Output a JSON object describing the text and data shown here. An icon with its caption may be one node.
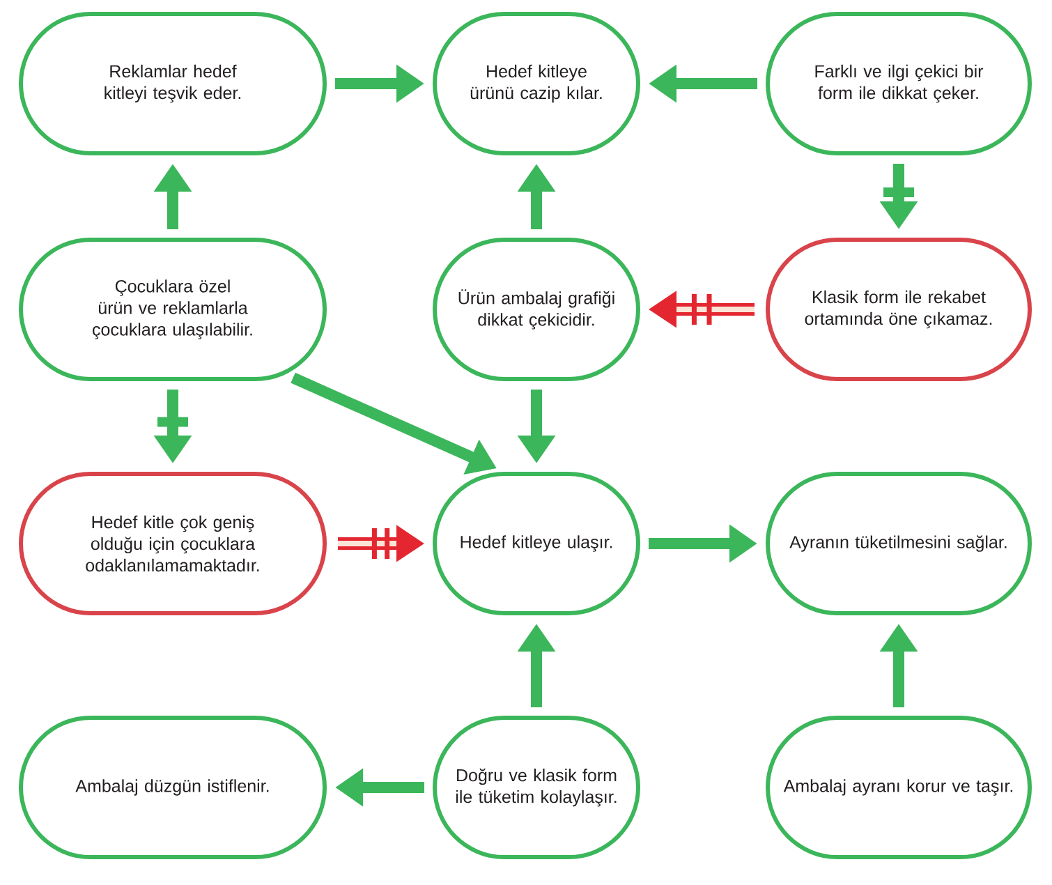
{
  "diagram": {
    "nodes": [
      {
        "text": [
          "Reklamlar hedef kitleyi teşvik eder."
        ]
      },
      {
        "text": [
          "Hedef kitleye ürünü cazip kılar."
        ]
      },
      {
        "text": [
          "Farklı ve ilgi çekici bir form ile dikkat çeker."
        ]
      },
      {
        "text": [
          "Çocuklara özel ürün ve reklamlarla çocuklara ulaşılabilir."
        ]
      },
      {
        "text": [
          "Ürün ambalaj grafiği dikkat çekicidir."
        ]
      },
      {
        "text": [
          "Klasik form ile rekabet ortamında öne çıkamaz."
        ]
      },
      {
        "text": [
          "Hedef kitle çok geniş olduğu için çocuklara odaklanılamamaktadır."
        ]
      },
      {
        "text": [
          "Hedef kitleye ulaşır."
        ]
      },
      {
        "text": [
          "Ayranın tüketilmesini sağlar."
        ]
      },
      {
        "text": [
          "Ambalaj düzgün istiflenir."
        ]
      },
      {
        "text": [
          "Doğru ve klasik form ile tüketim kolaylaşır."
        ]
      },
      {
        "text": [
          "Ambalaj ayranı korur ve taşır."
        ]
      }
    ],
    "edges": [
      {
        "from": 0,
        "to": 1,
        "arrow": "to"
      },
      {
        "from": 2,
        "to": 1,
        "arrow": "to"
      },
      {
        "from": 2,
        "to": 5,
        "arrow": "to"
      },
      {
        "from": 3,
        "to": 0,
        "arrow": "to"
      },
      {
        "from": 3,
        "to": 7,
        "arrow": "to"
      },
      {
        "from": 3,
        "to": 6,
        "arrow": "to"
      },
      {
        "from": 4,
        "to": 1,
        "arrow": "to"
      },
      {
        "from": 5,
        "to": 4,
        "arrow": "to",
        "color": "#e3262f"
      },
      {
        "from": 4,
        "to": 7,
        "arrow": "to"
      },
      {
        "from": 6,
        "to": 7,
        "arrow": "to",
        "color": "#e3262f"
      },
      {
        "from": 7,
        "to": 8,
        "arrow": "to"
      },
      {
        "from": 10,
        "to": 7,
        "arrow": "to"
      },
      {
        "from": 10,
        "to": 9,
        "arrow": "to"
      },
      {
        "from": 11,
        "to": 8,
        "arrow": "to"
      }
    ]
  }
}
